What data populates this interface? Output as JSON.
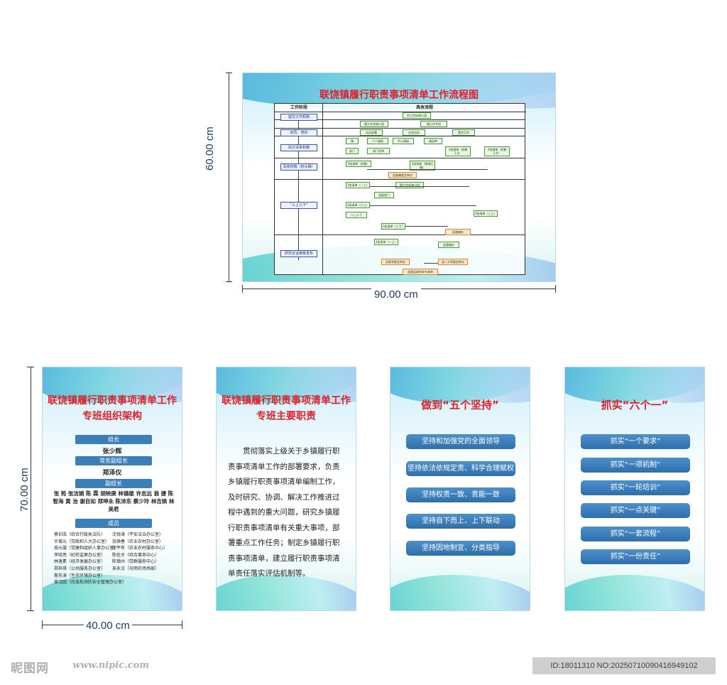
{
  "flow_board": {
    "width_label": "90.00 cm",
    "height_label": "60.00 cm",
    "title": "联饶镇履行职责事项清单工作流程图",
    "header_stage": "工作阶段",
    "header_process": "具体流程",
    "stages": [
      "提交工作机制",
      "动员、培训",
      "拟订清单初稿",
      "清单初稿（初头稿）",
      "“三上三下”",
      "研究论证审核发布"
    ],
    "boxes": [
      "市工作协调小组",
      "镇工作实施小组",
      "镇工作专班",
      "动员部署",
      "业务培训",
      "跟学沉学",
      "镇",
      "个人填报",
      "中心填报",
      "镇县审",
      "部门",
      "部门初审",
      "3张清单（初稿 1.0）",
      "3张清单（初稿 2.0）",
      "3张清单（初稿）",
      "3张清单（审核后稿）",
      "县委编委会审议",
      "3张清单（一上）",
      "镇工作实施小组",
      "县级部门",
      "3张清单（二上）",
      "二上二下",
      "3张清单（三上）",
      "3张清单（三下）",
      "县委编办",
      "县委常委会审议",
      "县人大常委会审议",
      "县委县政府发布清单"
    ]
  },
  "org_board": {
    "width_label": "40.00 cm",
    "height_label": "70.00 cm",
    "title": "联饶镇履行职责事项清单工作专班组织架构",
    "leader_label": "组长",
    "leader_name": "张少辉",
    "exec_deputy_label": "常务副组长",
    "exec_deputy_name": "郑泽仪",
    "deputy_label": "副组长",
    "deputy_names": "张 筠 张洁娟 陈 霖 胡映庚 林镇雄 许志远 翁 捷 陈智海 黄 治 谢自如 郑坤永 陈沛东 蔡少玲 林吉焕 林美君",
    "members_label": "成员",
    "members": [
      [
        "蔡训浩（综合行政执法队）",
        "沈锐涛（平安法治办公室）"
      ],
      [
        "许增元（党政和人大办公室）",
        "张焕春（农业农村办公室）"
      ],
      [
        "周元璇（党建和组织人事办公室）",
        "邱平有（农业农村服务中心）"
      ],
      [
        "李晓亮（纪检监察办公室）",
        "陈任才（综合事务中心）"
      ],
      [
        "林逸素（经济发展办公室）",
        "陈镇州（党群服务中心）"
      ],
      [
        "郑梓琪（公共服务办公室）",
        "吴永汉（光明农场场部）"
      ],
      [
        "詹东涛（生态环境办公室）",
        ""
      ],
      [
        "曾汉园（应急和消防安全管理办公室）",
        ""
      ]
    ]
  },
  "duty_board": {
    "title": "联饶镇履行职责事项清单工作专班主要职责",
    "body": "贯彻落实上级关于乡镇履行职责事项清单工作的部署要求，负责乡镇履行职责事项清单编制工作，及时研究、协调、解决工作推进过程中遇到的重大问题，研究乡镇履行职责事项清单有关重大事项，部署重点工作任务；制定乡镇履行职责事项清单，建立履行职责事项清单责任落实评估机制等。"
  },
  "five_board": {
    "title": "做到“五个坚持”",
    "items": [
      "坚持和加强党的全面领导",
      "坚持依法依规定责、科学合理赋权",
      "坚持权责一致、责能一致",
      "坚持自下而上、上下联动",
      "坚持因地制宜、分类指导"
    ]
  },
  "six_board": {
    "title": "抓实“六个一”",
    "items": [
      "抓实“一个要求”",
      "抓实“一项机制”",
      "抓实“一轮培训”",
      "抓实“一点关键”",
      "抓实“一套流程”",
      "抓实“一份责任”"
    ]
  },
  "footer": {
    "logo": "昵图网",
    "url": "www.nipic.com",
    "id_text": "ID:18011310 NO:20250710090416949102"
  }
}
